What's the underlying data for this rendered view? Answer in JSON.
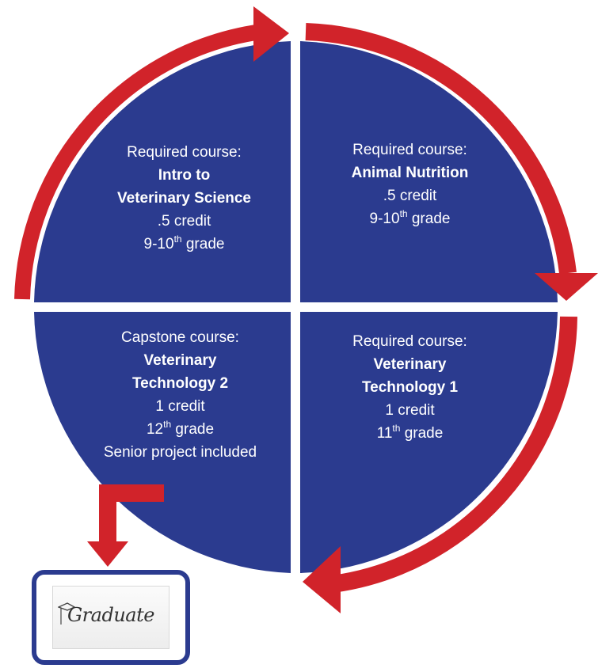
{
  "colors": {
    "quadrant_fill": "#2b3b8f",
    "arrow_red": "#d1232a",
    "text": "#ffffff",
    "frame_border": "#2b3b8f"
  },
  "quadrants": {
    "top_left": {
      "label": "Required course:",
      "title_line1": "Intro to",
      "title_line2": "Veterinary Science",
      "credit": ".5 credit",
      "grade_prefix": "9-10",
      "grade_sup": "th",
      "grade_suffix": " grade"
    },
    "top_right": {
      "label": "Required course:",
      "title_line1": "Animal Nutrition",
      "credit": ".5 credit",
      "grade_prefix": "9-10",
      "grade_sup": "th",
      "grade_suffix": " grade"
    },
    "bottom_right": {
      "label": "Required course:",
      "title_line1": "Veterinary",
      "title_line2": "Technology 1",
      "credit": "1 credit",
      "grade_prefix": "11",
      "grade_sup": "th",
      "grade_suffix": " grade"
    },
    "bottom_left": {
      "label": "Capstone course:",
      "title_line1": "Veterinary",
      "title_line2": "Technology 2",
      "credit": "1 credit",
      "grade_prefix": "12",
      "grade_sup": "th",
      "grade_suffix": " grade",
      "note": "Senior project included"
    }
  },
  "graduate": {
    "label": "Graduate",
    "icon": "graduation-cap-icon"
  }
}
